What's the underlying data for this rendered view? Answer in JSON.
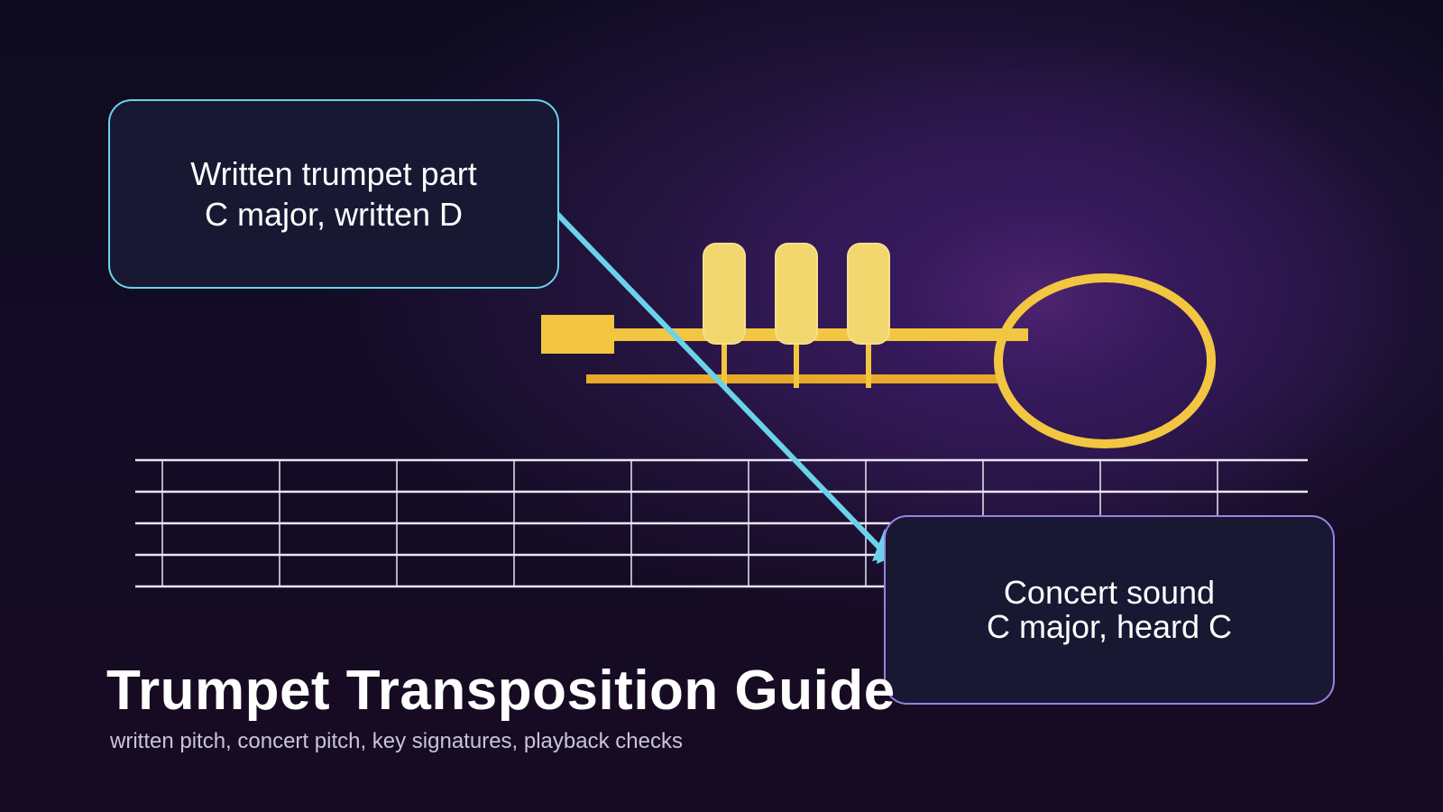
{
  "callouts": {
    "written": {
      "line1": "Written trumpet part",
      "line2": "C major, written D"
    },
    "concert": {
      "line1": "Concert sound",
      "line2": "C major, heard C"
    }
  },
  "title": "Trumpet Transposition Guide",
  "subtitle": "written pitch, concert pitch, key signatures, playback checks",
  "colors": {
    "brass": "#f2c640",
    "valve": "#f2d66e",
    "arrow": "#6ad3ea",
    "staff": "#e9e6f3",
    "written_border": "#6ad3ea",
    "concert_border": "#9a82e0"
  },
  "icons": {
    "instrument": "trumpet-icon",
    "connector": "arrow-icon"
  }
}
